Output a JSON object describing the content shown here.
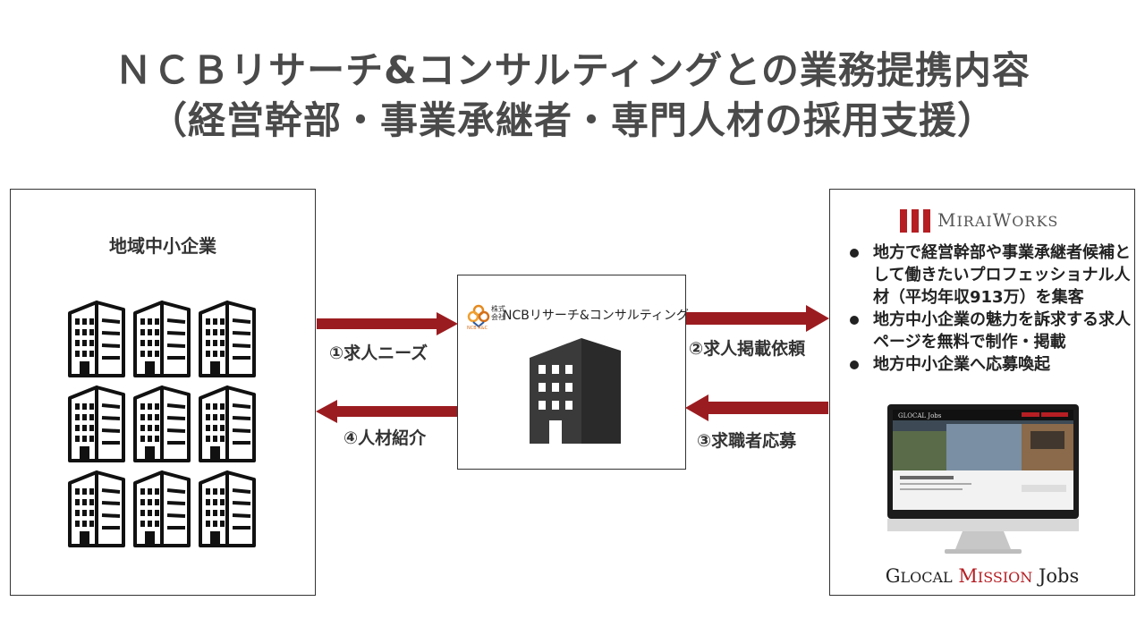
{
  "title": {
    "line1": "ＮＣＢリサーチ&コンサルティングとの業務提携内容",
    "line2": "（経営幹部・事業承継者・専門人材の採用支援）"
  },
  "left": {
    "label": "地域中小企業"
  },
  "center": {
    "small_line1": "株式",
    "small_line2": "会社",
    "name": "NCBリサーチ&コンサルティング",
    "tag": "NCB R&C"
  },
  "arrows": {
    "a1": "①求人ニーズ",
    "a2": "②求人掲載依頼",
    "a3": "③求職者応募",
    "a4": "④人材紹介"
  },
  "right": {
    "logo_big1": "M",
    "logo_small1": "IRAI",
    "logo_big2": "W",
    "logo_small2": "ORKS",
    "bullets": [
      "地方で経営幹部や事業承継者候補として働きたいプロフェッショナル人材（平均年収913万）を集客",
      "地方中小企業の魅力を訴求する求人ページを無料で制作・掲載",
      "地方中小企業へ応募喚起"
    ],
    "screen_brand": "GLOCAL Jobs",
    "glocal_g": "G",
    "glocal_rest": "LOCAL",
    "mission_m": "M",
    "mission_rest": "ISSION",
    "jobs": "Jobs"
  },
  "colors": {
    "arrow": "#9b1c20",
    "brand_red": "#b51e23",
    "building": "#111111",
    "office": "#3a3a3a"
  }
}
